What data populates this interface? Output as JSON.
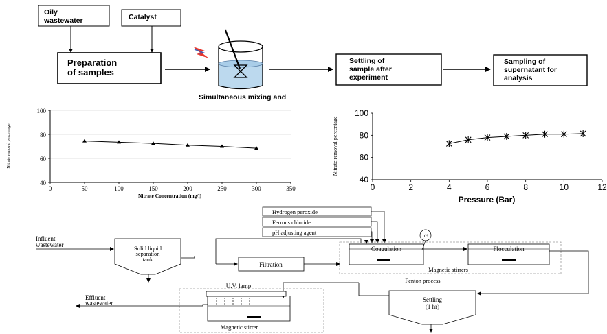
{
  "top_flow": {
    "input1": [
      "Oily",
      "wastewater"
    ],
    "input2": "Catalyst",
    "prep": [
      "Preparation",
      "of samples"
    ],
    "beaker_caption": "Simultaneous mixing and",
    "settle": [
      "Settling of",
      "sample after",
      "experiment"
    ],
    "sampling": [
      "Sampling of",
      "supernatant for",
      "analysis"
    ]
  },
  "chart_left": {
    "type": "line",
    "ylabel": "Nitrate removal percentage",
    "xlabel": "Nitrate Concentration  (mg/l)",
    "x_ticks": [
      "0",
      "50",
      "100",
      "150",
      "200",
      "250",
      "300",
      "350"
    ],
    "y_ticks": [
      "40",
      "60",
      "80",
      "100"
    ],
    "xlim": [
      0,
      350
    ],
    "ylim": [
      40,
      100
    ]
  },
  "chart_right": {
    "type": "line",
    "ylabel": "Nitrate removal percentage",
    "xlabel": "Pressure  (Bar)",
    "x_ticks": [
      "0",
      "2",
      "4",
      "6",
      "8",
      "10",
      "12"
    ],
    "y_ticks": [
      "40",
      "60",
      "80",
      "100"
    ],
    "xlim": [
      0,
      12
    ],
    "ylim": [
      40,
      100
    ]
  },
  "chart_data": [
    {
      "type": "line",
      "x": [
        50,
        100,
        150,
        200,
        250,
        300
      ],
      "y": [
        74.5,
        73.5,
        72.5,
        71,
        70,
        68.5
      ],
      "xlabel": "Nitrate Concentration  (mg/l)",
      "ylabel": "Nitrate removal percentage",
      "xlim": [
        0,
        350
      ],
      "ylim": [
        40,
        100
      ],
      "grid": true
    },
    {
      "type": "line",
      "x": [
        4,
        5,
        6,
        7,
        8,
        9,
        10,
        11
      ],
      "y": [
        72.5,
        76,
        78,
        79,
        80,
        81,
        81,
        81.5
      ],
      "xlabel": "Pressure  (Bar)",
      "ylabel": "Nitrate removal percentage",
      "xlim": [
        0,
        12
      ],
      "ylim": [
        40,
        100
      ],
      "grid": false
    }
  ],
  "process": {
    "influent": [
      "Influent",
      "wastewater"
    ],
    "separation": [
      "Solid liquid",
      "separation",
      "tank"
    ],
    "filtration": "Filtration",
    "h2o2": "Hydrogen peroxide",
    "fecl": "Ferrous chloride",
    "ph_agent": "pH adjusting agent",
    "ph": "pH",
    "coagulation": "Coagulation",
    "flocculation": "Flocculation",
    "stirrers": "Magnetic stirrers",
    "fenton": "Fenton process",
    "uv": "U.V. lamp",
    "stirrer": "Magnetic stirrer",
    "settling": [
      "Settling",
      "(1 hr)"
    ],
    "effluent": [
      "Effluent",
      "wastewater"
    ]
  },
  "colors": {
    "line": "#000000",
    "bolt_red": "#e8342a",
    "bolt_blue": "#3d5fb8",
    "water": "#bcd9ee",
    "grid": "#d8d8d8",
    "dash": "#9a9a9a"
  }
}
